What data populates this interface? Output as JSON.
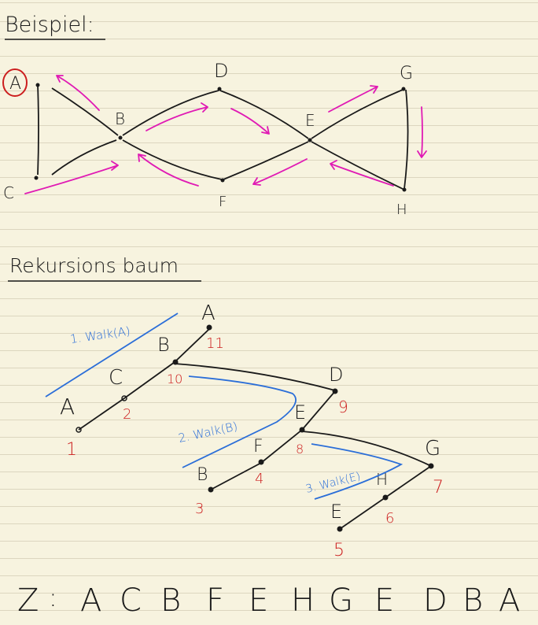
{
  "headings": {
    "example": "Beispiel:",
    "recursion_tree": "Rekursions baum"
  },
  "graph": {
    "highlight_color": "#cc1e1e",
    "arrow_color": "#e01ab4",
    "nodes": {
      "A": "A",
      "B": "B",
      "C": "C",
      "D": "D",
      "E": "E",
      "F": "F",
      "G": "G",
      "H": "H"
    }
  },
  "tree": {
    "walk_color": "#2b6ed8",
    "order_color": "#cc1e1e",
    "walks": [
      "1. Walk(A)",
      "2. Walk(B)",
      "3. Walk(E)"
    ],
    "node_labels": {
      "A_top": "A",
      "B": "B",
      "C": "C",
      "A_low": "A",
      "D": "D",
      "E": "E",
      "F": "F",
      "B_low": "B",
      "G": "G",
      "H": "H",
      "E_low": "E"
    },
    "order_numbers": {
      "A_top": "11",
      "B": "10",
      "C": "2",
      "A_low": "1",
      "D": "9",
      "E": "8",
      "F": "4",
      "B_low": "3",
      "G": "7",
      "H": "6",
      "E_low": "5"
    }
  },
  "result": {
    "label": "Z",
    "separator": ":",
    "sequence": [
      "A",
      "C",
      "B",
      "F",
      "E",
      "H",
      "G",
      "E",
      "D",
      "B",
      "A"
    ]
  }
}
